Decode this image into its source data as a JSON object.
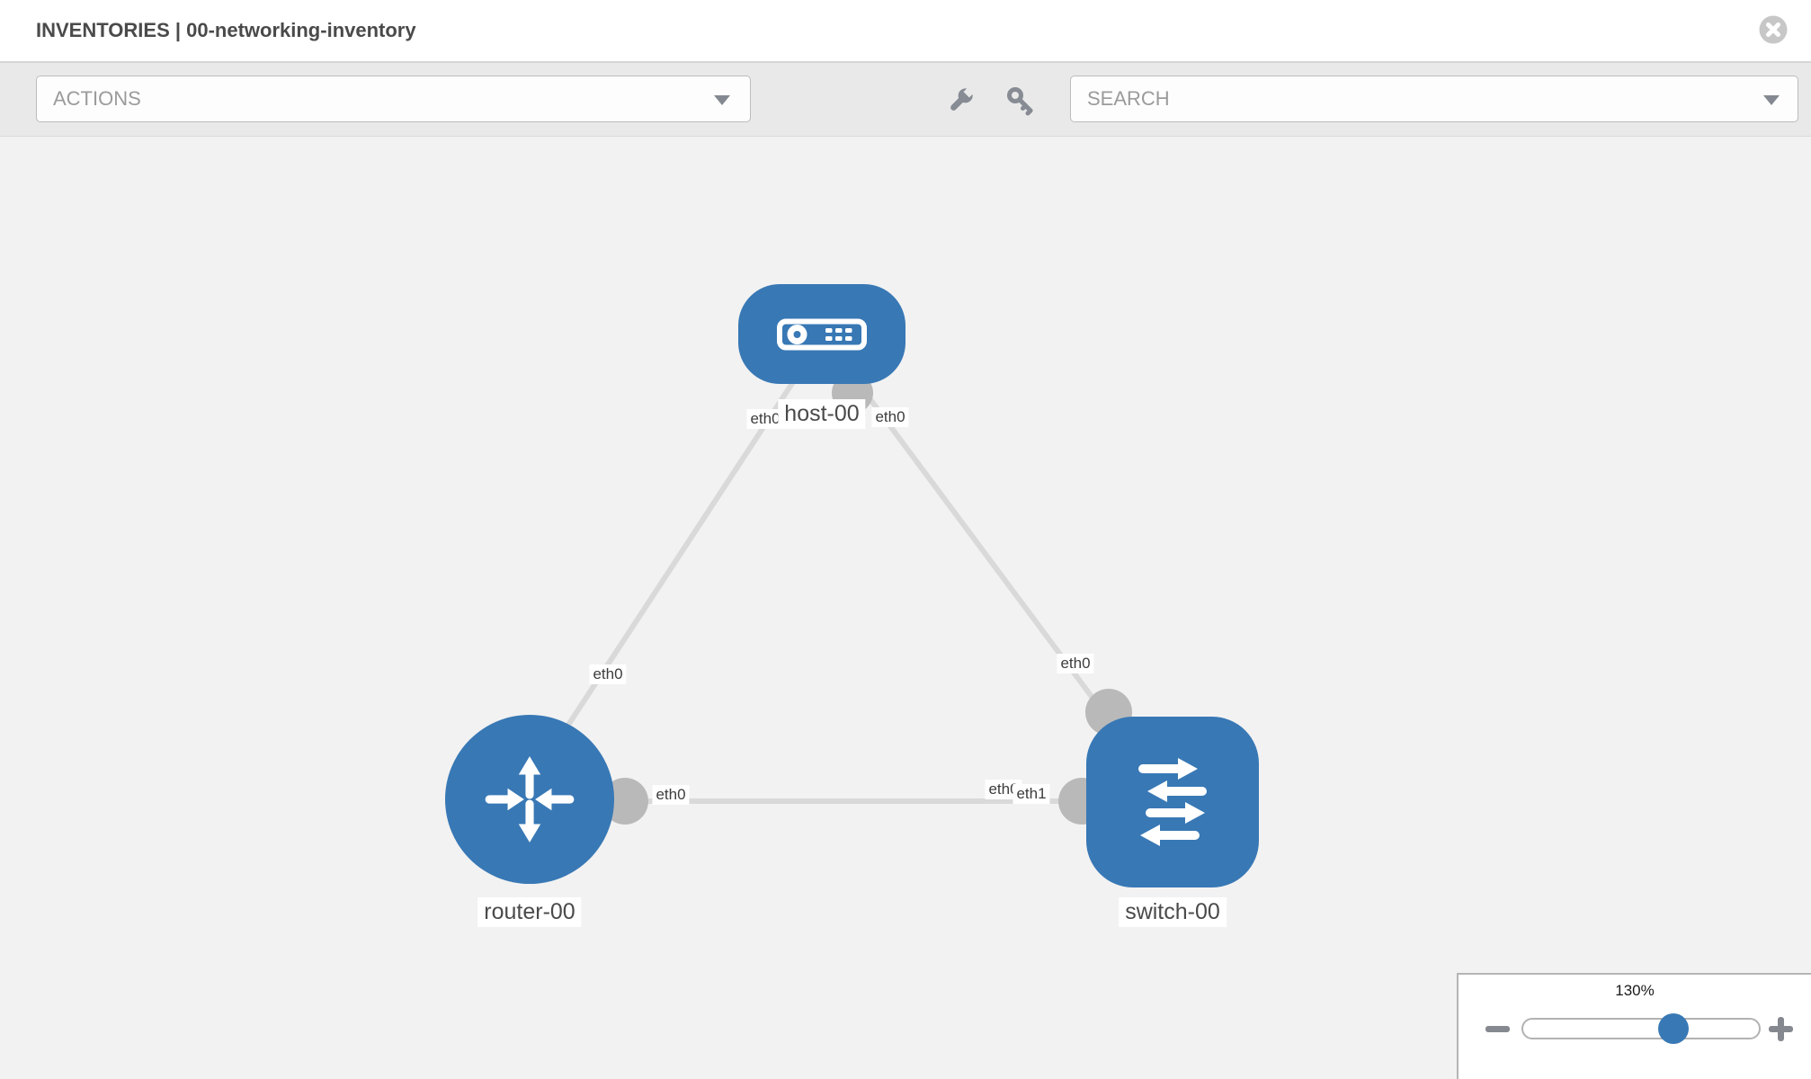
{
  "window": {
    "title": "INVENTORIES | 00-networking-inventory"
  },
  "toolbar": {
    "actions_dropdown": {
      "label": "ACTIONS"
    },
    "tools": [
      {
        "icon": "wrench-icon"
      },
      {
        "icon": "key-icon"
      }
    ],
    "search_dropdown": {
      "label": "SEARCH"
    }
  },
  "topology": {
    "nodes": [
      {
        "id": "host-00",
        "type": "host",
        "label": "host-00",
        "icon": "host-icon"
      },
      {
        "id": "router-00",
        "type": "router",
        "label": "router-00",
        "icon": "router-icon"
      },
      {
        "id": "switch-00",
        "type": "switch",
        "label": "switch-00",
        "icon": "switch-icon"
      }
    ],
    "links": [
      {
        "source": "host-00",
        "target": "router-00",
        "source_interface": "eth0",
        "target_interface": "eth0"
      },
      {
        "source": "host-00",
        "target": "switch-00",
        "source_interface": "eth0",
        "target_interface": "eth0"
      },
      {
        "source": "router-00",
        "target": "switch-00",
        "source_interface": "eth0",
        "target_interface": "eth1",
        "target_interface_overlapped": "eth0"
      }
    ]
  },
  "zoom_control": {
    "value": "130%"
  },
  "colors": {
    "node_blue": "#3878b5",
    "port_gray": "#b9b9b9",
    "link_gray": "#d9d9d9",
    "toolbar_bg": "#e9e9e9",
    "canvas_bg": "#f2f2f2"
  }
}
